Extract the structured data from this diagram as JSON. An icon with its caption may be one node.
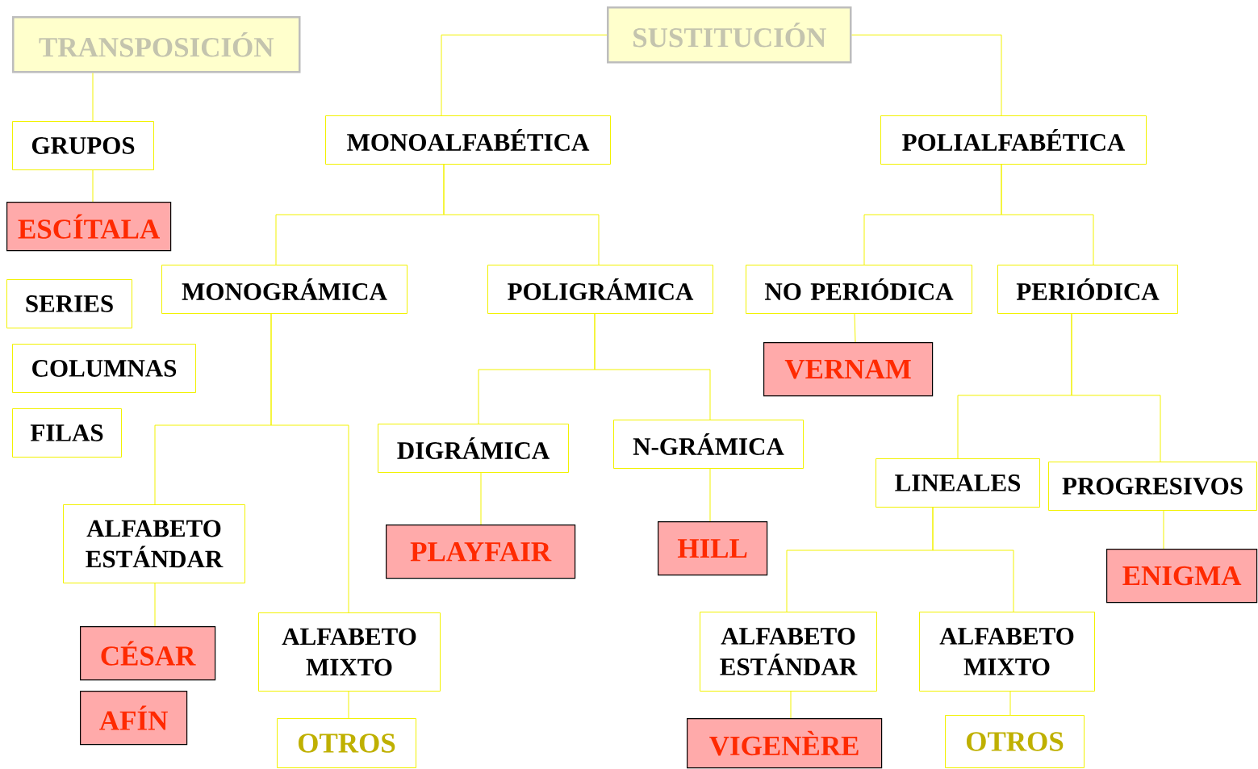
{
  "diagram": {
    "nodes": [
      {
        "text": [
          "TRANSPOSICIÓN"
        ]
      },
      {
        "text": [
          "SUSTITUCIÓN"
        ]
      },
      {
        "text": [
          "GRUPOS"
        ]
      },
      {
        "text": [
          "ESCÍTALA"
        ]
      },
      {
        "text": [
          "SERIES"
        ]
      },
      {
        "text": [
          "COLUMNAS"
        ]
      },
      {
        "text": [
          "FILAS"
        ]
      },
      {
        "text": [
          "MONOALFABÉTICA"
        ]
      },
      {
        "text": [
          "POLIALFABÉTICA"
        ]
      },
      {
        "text": [
          "MONOGRÁMICA"
        ]
      },
      {
        "text": [
          "POLIGRÁMICA"
        ]
      },
      {
        "text": [
          "NO PERIÓDICA"
        ]
      },
      {
        "text": [
          "PERIÓDICA"
        ]
      },
      {
        "text": [
          "VERNAM"
        ]
      },
      {
        "text": [
          "DIGRÁMICA"
        ]
      },
      {
        "text": [
          "N-GRÁMICA"
        ]
      },
      {
        "text": [
          "LINEALES"
        ]
      },
      {
        "text": [
          "PROGRESIVOS"
        ]
      },
      {
        "text": [
          "ALFABETO ESTÁNDAR"
        ]
      },
      {
        "text": [
          "PLAYFAIR"
        ]
      },
      {
        "text": [
          "HILL"
        ]
      },
      {
        "text": [
          "ENIGMA"
        ]
      },
      {
        "text": [
          "CÉSAR"
        ]
      },
      {
        "text": [
          "ALFABETO MIXTO"
        ]
      },
      {
        "text": [
          "ALFABETO ESTÁNDAR"
        ]
      },
      {
        "text": [
          "ALFABETO MIXTO"
        ]
      },
      {
        "text": [
          "AFÍN"
        ]
      },
      {
        "text": [
          "OTROS"
        ]
      },
      {
        "text": [
          "VIGENÈRE"
        ]
      },
      {
        "text": [
          "OTROS"
        ]
      }
    ],
    "edges": [
      {
        "from": 0,
        "to": 2,
        "arrow": "none"
      },
      {
        "from": 2,
        "to": 3,
        "arrow": "none"
      },
      {
        "from": 1,
        "to": 7,
        "arrow": "none"
      },
      {
        "from": 1,
        "to": 8,
        "arrow": "none"
      },
      {
        "from": 7,
        "to": 9,
        "arrow": "none"
      },
      {
        "from": 7,
        "to": 10,
        "arrow": "none"
      },
      {
        "from": 8,
        "to": 11,
        "arrow": "none"
      },
      {
        "from": 8,
        "to": 12,
        "arrow": "none"
      },
      {
        "from": 11,
        "to": 13,
        "arrow": "none"
      },
      {
        "from": 9,
        "to": 18,
        "arrow": "none"
      },
      {
        "from": 9,
        "to": 23,
        "arrow": "none"
      },
      {
        "from": 10,
        "to": 14,
        "arrow": "none"
      },
      {
        "from": 10,
        "to": 15,
        "arrow": "none"
      },
      {
        "from": 12,
        "to": 16,
        "arrow": "none"
      },
      {
        "from": 12,
        "to": 17,
        "arrow": "none"
      },
      {
        "from": 14,
        "to": 19,
        "arrow": "none"
      },
      {
        "from": 15,
        "to": 20,
        "arrow": "none"
      },
      {
        "from": 16,
        "to": 24,
        "arrow": "none"
      },
      {
        "from": 16,
        "to": 25,
        "arrow": "none"
      },
      {
        "from": 17,
        "to": 21,
        "arrow": "none"
      },
      {
        "from": 18,
        "to": 22,
        "arrow": "none"
      },
      {
        "from": 23,
        "to": 27,
        "arrow": "none"
      },
      {
        "from": 24,
        "to": 28,
        "arrow": "none"
      },
      {
        "from": 25,
        "to": 29,
        "arrow": "none"
      }
    ]
  }
}
